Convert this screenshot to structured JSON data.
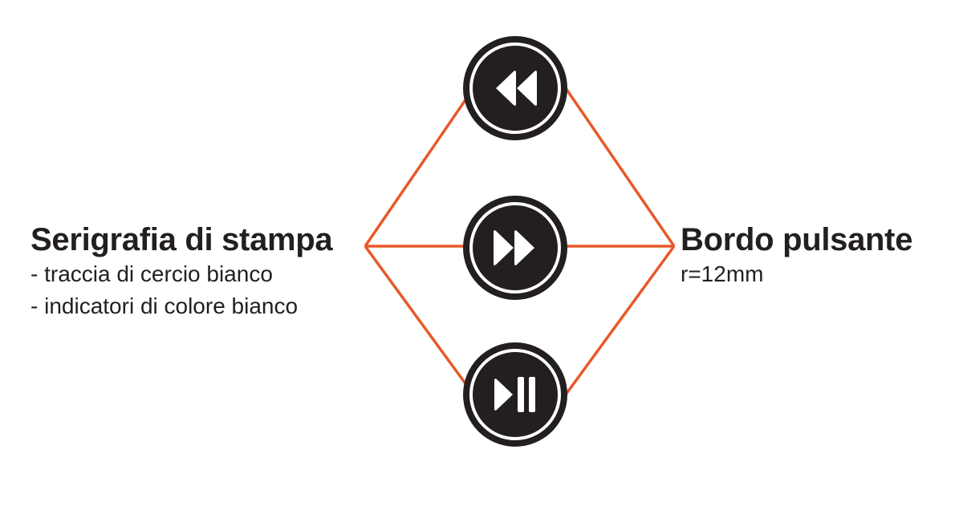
{
  "left_label": {
    "title": "Serigrafia di stampa",
    "lines": [
      "- traccia di cercio bianco",
      "- indicatori di colore bianco"
    ]
  },
  "right_label": {
    "title": "Bordo pulsante",
    "lines": [
      "r=12mm"
    ]
  },
  "buttons": [
    {
      "icon": "rewind-icon"
    },
    {
      "icon": "fast-forward-icon"
    },
    {
      "icon": "play-pause-icon"
    }
  ],
  "colors": {
    "connector": "#e8582a",
    "button_body": "#231f20",
    "button_ring": "#ffffff",
    "text": "#231f20"
  }
}
